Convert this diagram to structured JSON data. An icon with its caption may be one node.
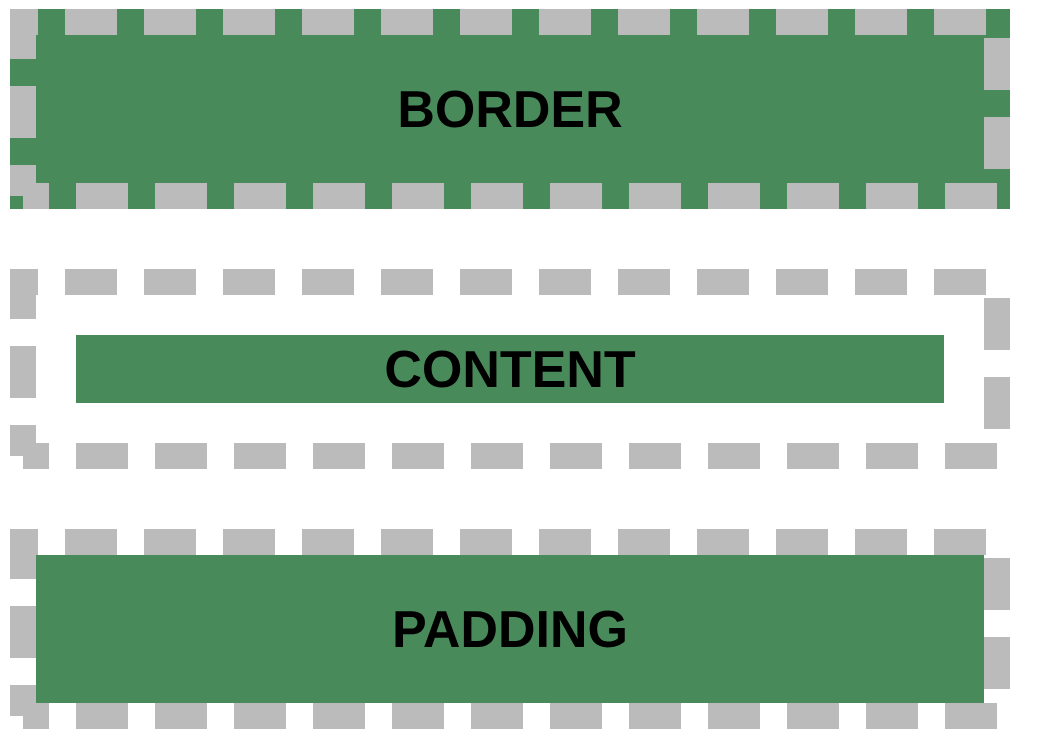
{
  "diagram": {
    "nodes": [
      {
        "text": [
          "BORDER"
        ]
      },
      {
        "text": [],
        "shape": "box"
      },
      {
        "text": [
          "CONTENT"
        ],
        "in": 1
      },
      {
        "text": [
          "PADDING"
        ]
      }
    ]
  }
}
